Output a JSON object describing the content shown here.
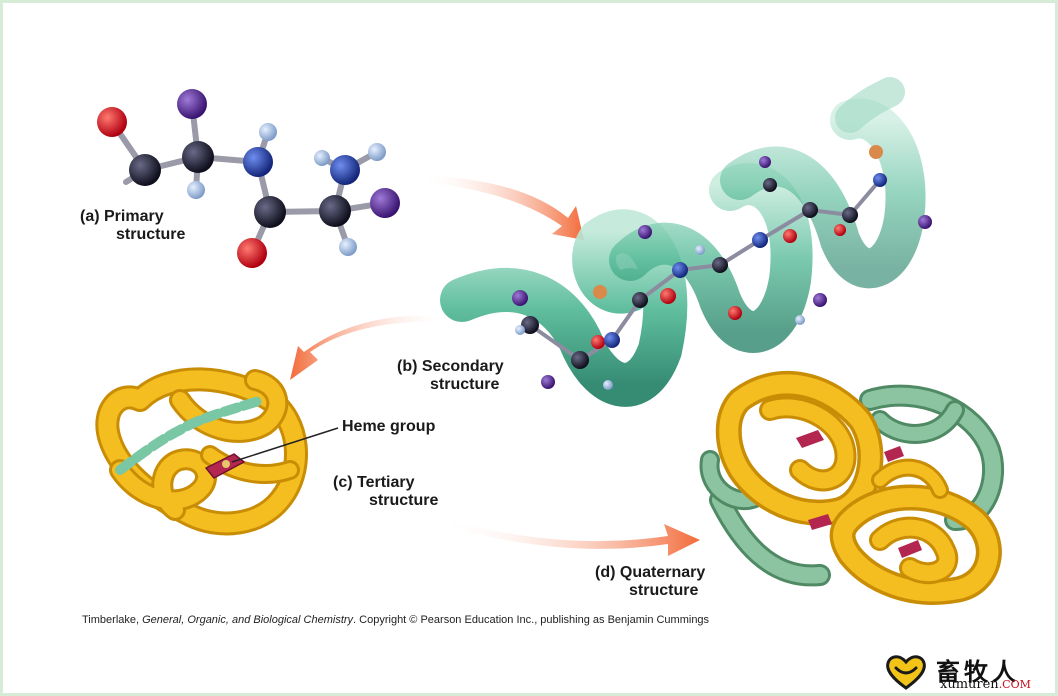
{
  "labels": {
    "primary_line1": "(a) Primary",
    "primary_line2": "structure",
    "secondary_line1": "(b) Secondary",
    "secondary_line2": "structure",
    "heme": "Heme group",
    "tertiary_line1": "(c) Tertiary",
    "tertiary_line2": "structure",
    "quaternary_line1": "(d) Quaternary",
    "quaternary_line2": "structure"
  },
  "caption": {
    "author": "Timberlake, ",
    "book": "General, Organic, and Biological Chemistry",
    "rest": ".  Copyright © Pearson Education Inc., publishing as Benjamin Cummings"
  },
  "watermark": {
    "cn": "畜牧人",
    "en": "xumuren",
    "com": ".COM"
  },
  "colors": {
    "carbon": "#1c1c2e",
    "oxygen": "#e0141a",
    "nitrogen": "#1f3fb0",
    "r_group": "#5a2d91",
    "hydrogen": "#9bb8e0",
    "arrow": "#f26b3a",
    "helix_ribbon": "#3aa687",
    "tertiary_chain": "#f2b517",
    "quaternary_alpha": "#f2b517",
    "quaternary_beta": "#7fb38f",
    "heme": "#b3264f"
  }
}
